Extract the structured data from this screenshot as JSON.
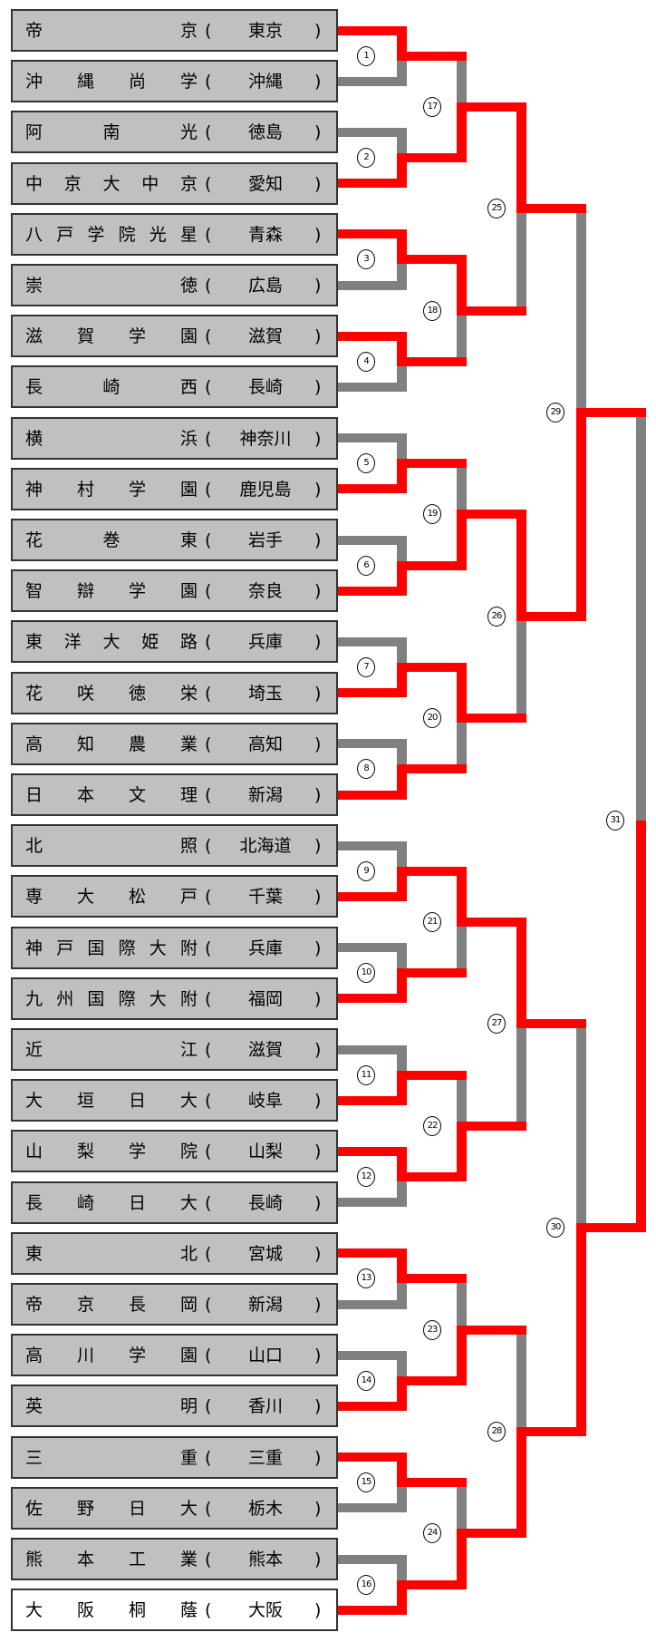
{
  "title_hidden": null,
  "colors": {
    "win": "#ff0000",
    "lose": "#808080",
    "box": "#c0c0c0",
    "champion_box": "#ffffff"
  },
  "paren_open": "(",
  "paren_close": ")",
  "teams": [
    {
      "name": "帝京",
      "pref": "東京"
    },
    {
      "name": "沖縄尚学",
      "pref": "沖縄"
    },
    {
      "name": "阿南光",
      "pref": "徳島"
    },
    {
      "name": "中京大中京",
      "pref": "愛知"
    },
    {
      "name": "八戸学院光星",
      "pref": "青森"
    },
    {
      "name": "崇徳",
      "pref": "広島"
    },
    {
      "name": "滋賀学園",
      "pref": "滋賀"
    },
    {
      "name": "長崎西",
      "pref": "長崎"
    },
    {
      "name": "横浜",
      "pref": "神奈川"
    },
    {
      "name": "神村学園",
      "pref": "鹿児島"
    },
    {
      "name": "花巻東",
      "pref": "岩手"
    },
    {
      "name": "智辯学園",
      "pref": "奈良"
    },
    {
      "name": "東洋大姫路",
      "pref": "兵庫"
    },
    {
      "name": "花咲徳栄",
      "pref": "埼玉"
    },
    {
      "name": "高知農業",
      "pref": "高知"
    },
    {
      "name": "日本文理",
      "pref": "新潟"
    },
    {
      "name": "北照",
      "pref": "北海道"
    },
    {
      "name": "専大松戸",
      "pref": "千葉"
    },
    {
      "name": "神戸国際大附",
      "pref": "兵庫"
    },
    {
      "name": "九州国際大附",
      "pref": "福岡"
    },
    {
      "name": "近江",
      "pref": "滋賀"
    },
    {
      "name": "大垣日大",
      "pref": "岐阜"
    },
    {
      "name": "山梨学院",
      "pref": "山梨"
    },
    {
      "name": "長崎日大",
      "pref": "長崎"
    },
    {
      "name": "東北",
      "pref": "宮城"
    },
    {
      "name": "帝京長岡",
      "pref": "新潟"
    },
    {
      "name": "高川学園",
      "pref": "山口"
    },
    {
      "name": "英明",
      "pref": "香川"
    },
    {
      "name": "三重",
      "pref": "三重"
    },
    {
      "name": "佐野日大",
      "pref": "栃木"
    },
    {
      "name": "熊本工業",
      "pref": "熊本"
    },
    {
      "name": "大阪桐蔭",
      "pref": "大阪"
    }
  ],
  "champion_index": 31,
  "rounds": [
    {
      "matches": [
        {
          "no": "1",
          "winner": "top"
        },
        {
          "no": "2",
          "winner": "bottom"
        },
        {
          "no": "3",
          "winner": "top"
        },
        {
          "no": "4",
          "winner": "top"
        },
        {
          "no": "5",
          "winner": "bottom"
        },
        {
          "no": "6",
          "winner": "bottom"
        },
        {
          "no": "7",
          "winner": "bottom"
        },
        {
          "no": "8",
          "winner": "bottom"
        },
        {
          "no": "9",
          "winner": "bottom"
        },
        {
          "no": "10",
          "winner": "bottom"
        },
        {
          "no": "11",
          "winner": "bottom"
        },
        {
          "no": "12",
          "winner": "top"
        },
        {
          "no": "13",
          "winner": "top"
        },
        {
          "no": "14",
          "winner": "bottom"
        },
        {
          "no": "15",
          "winner": "top"
        },
        {
          "no": "16",
          "winner": "bottom"
        }
      ]
    },
    {
      "matches": [
        {
          "no": "17",
          "winner": "bottom"
        },
        {
          "no": "18",
          "winner": "top"
        },
        {
          "no": "19",
          "winner": "bottom"
        },
        {
          "no": "20",
          "winner": "top"
        },
        {
          "no": "21",
          "winner": "top"
        },
        {
          "no": "22",
          "winner": "bottom"
        },
        {
          "no": "23",
          "winner": "bottom"
        },
        {
          "no": "24",
          "winner": "bottom"
        }
      ]
    },
    {
      "matches": [
        {
          "no": "25",
          "winner": "top"
        },
        {
          "no": "26",
          "winner": "top"
        },
        {
          "no": "27",
          "winner": "top"
        },
        {
          "no": "28",
          "winner": "bottom"
        }
      ]
    },
    {
      "matches": [
        {
          "no": "29",
          "winner": "bottom"
        },
        {
          "no": "30",
          "winner": "bottom"
        }
      ]
    },
    {
      "matches": [
        {
          "no": "31",
          "winner": "bottom"
        }
      ]
    }
  ]
}
